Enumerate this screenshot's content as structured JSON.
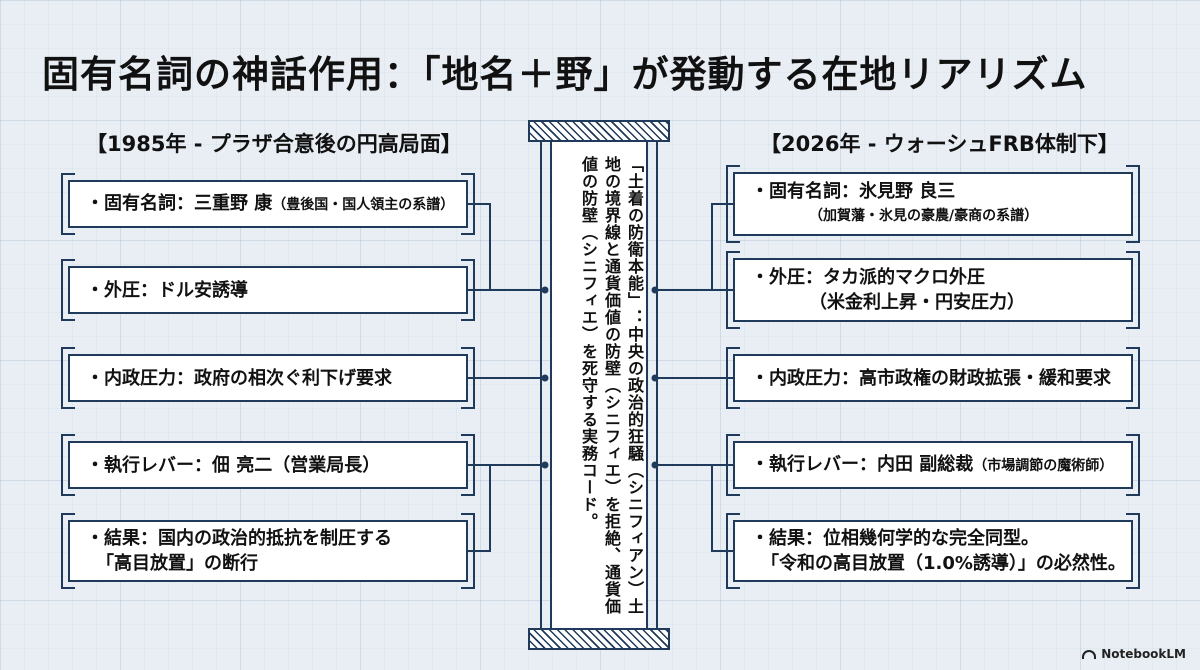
{
  "title": "固有名詞の神話作用：「地名＋野」が発動する在地リアリズム",
  "left": {
    "heading": "【1985年 - プラザ合意後の円高局面】",
    "rows": [
      {
        "lines": [
          "・固有名詞：三重野 康"
        ],
        "sub": "（豊後国・国人領主の系譜）"
      },
      {
        "lines": [
          "・外圧：ドル安誘導"
        ]
      },
      {
        "lines": [
          "・内政圧力：政府の相次ぐ利下げ要求"
        ]
      },
      {
        "lines": [
          "・執行レバー：佃 亮二（営業局長）"
        ]
      },
      {
        "lines": [
          "・結果：国内の政治的抵抗を制圧する",
          "「高目放置」の断行"
        ]
      }
    ]
  },
  "right": {
    "heading": "【2026年 - ウォーシュFRB体制下】",
    "rows": [
      {
        "lines": [
          "・固有名詞：氷見野 良三",
          "（加賀藩・氷見の豪農/豪商の系譜）"
        ]
      },
      {
        "lines": [
          "・外圧：タカ派的マクロ外圧",
          "（米金利上昇・円安圧力）"
        ]
      },
      {
        "lines": [
          "・内政圧力：高市政権の財政拡張・緩和要求"
        ]
      },
      {
        "lines": [
          "・執行レバー：内田 副総裁"
        ],
        "sub": "（市場調節の魔術師）"
      },
      {
        "lines": [
          "・結果：位相幾何学的な完全同型。",
          "「令和の高目放置（1.0%誘導）」の必然性。"
        ]
      }
    ]
  },
  "pillar": {
    "text": "「土着の防衛本能」：中央の政治的狂騒（シニフィアン）土地の境界線と通貨価値の防壁（シニフィエ）を拒絶、通貨価値の防壁（シニフィエ）を死守する実務コード。"
  },
  "colors": {
    "line": "#1f3a5a",
    "background": "#e8eef4"
  },
  "brand": {
    "label": "NotebookLM",
    "icon": "notebooklm-icon"
  }
}
